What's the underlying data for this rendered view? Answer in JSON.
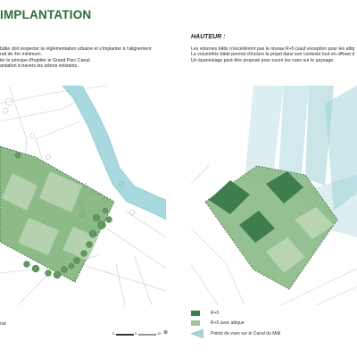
{
  "left": {
    "title": "IMPLANTATION",
    "paragraph": [
      "bâtie doit respecter la réglementation urbaine et s'implanter à l'alignement",
      "rait de 4m minimum.",
      "ler le principe d'habiter le Grand Parc Canal.",
      "antation à travers les arbres existants."
    ],
    "legend_fragment": "nal",
    "scale_labels": [
      "0",
      "5",
      "10"
    ],
    "north_symbol": "⊕"
  },
  "right": {
    "heading": "HAUTEUR :",
    "paragraph": [
      "Les volumes bâtis n'excèdèront pas le niveau R+5 (sauf exception pour les attiq",
      "La volumétrie bâtie permet d'inclure le projet dans son contexte tout en offrant d",
      "Un épannelage peut être proposé pour ouvrir les vues sur le paysage."
    ],
    "legend": [
      {
        "label": "R+5",
        "color": "#3f7d4e"
      },
      {
        "label": "R+5 avec attique",
        "color": "#9fc29d"
      },
      {
        "label": "Points de vues sur le Canal du Midi",
        "color": "#a9d1d6",
        "icon": "viewpoint-cone-icon"
      }
    ]
  },
  "colors": {
    "title_green": "#2d6a3a",
    "canal_blue": "#a7d9df",
    "parcel_green": "#8dbb88",
    "volume_dark": "#3f7d4e",
    "volume_light": "#b9d4b1",
    "tree_green": "#5f9a5e",
    "view_cone": "#9ccfd6"
  }
}
